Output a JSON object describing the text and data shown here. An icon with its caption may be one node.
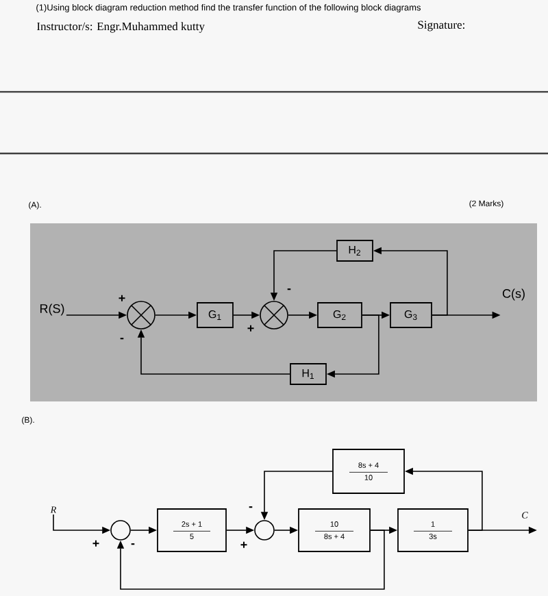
{
  "diagram": {
    "title": "(1)Using block diagram reduction method find the transfer function of the following block diagrams",
    "nodes": [
      {
        "text": [
          "R(S)"
        ]
      },
      {
        "text": [],
        "shape": "circle"
      },
      {
        "text": [
          "G$_{1}$"
        ]
      },
      {
        "text": [],
        "shape": "circle"
      },
      {
        "text": [
          "G$_{2}$"
        ]
      },
      {
        "text": [
          "G$_{3}$"
        ]
      },
      {
        "text": [
          "C(s)"
        ]
      },
      {
        "text": [
          "H$_{2}$"
        ]
      },
      {
        "text": [
          "H$_{1}$"
        ]
      },
      {
        "text": [
          "R"
        ]
      },
      {
        "text": [],
        "shape": "circle"
      },
      {
        "text": [
          "2s + 1",
          "5"
        ]
      },
      {
        "text": [],
        "shape": "circle"
      },
      {
        "text": [
          "10",
          "8s + 4"
        ]
      },
      {
        "text": [
          "1",
          "3s"
        ]
      },
      {
        "text": [
          "C"
        ]
      },
      {
        "text": [
          "8s + 4",
          "10"
        ]
      }
    ],
    "edges": [
      {
        "from": 0,
        "to": 1,
        "arrow": "to"
      },
      {
        "from": 1,
        "to": 2,
        "arrow": "to"
      },
      {
        "from": 2,
        "to": 3,
        "arrow": "to"
      },
      {
        "from": 3,
        "to": 4,
        "arrow": "to"
      },
      {
        "from": 4,
        "to": 5,
        "arrow": "to"
      },
      {
        "from": 5,
        "to": 6,
        "arrow": "to"
      },
      {
        "from": 5,
        "to": 7,
        "arrow": "to"
      },
      {
        "from": 7,
        "to": 3,
        "arrow": "to"
      },
      {
        "from": 4,
        "to": 8,
        "arrow": "to"
      },
      {
        "from": 8,
        "to": 1,
        "arrow": "to"
      },
      {
        "from": 9,
        "to": 10,
        "arrow": "to"
      },
      {
        "from": 10,
        "to": 11,
        "arrow": "to"
      },
      {
        "from": 11,
        "to": 12,
        "arrow": "to"
      },
      {
        "from": 12,
        "to": 13,
        "arrow": "to"
      },
      {
        "from": 13,
        "to": 14,
        "arrow": "to"
      },
      {
        "from": 14,
        "to": 15,
        "arrow": "to"
      },
      {
        "from": 14,
        "to": 16,
        "arrow": "to"
      },
      {
        "from": 16,
        "to": 12,
        "arrow": "to"
      },
      {
        "from": 13,
        "to": 10,
        "arrow": "to"
      }
    ],
    "labels": [
      "Instructor/s: Engr.Muhammed kutty",
      "Signature:",
      "(A).",
      "(2 Marks)",
      "+",
      "-",
      "+",
      "-",
      "(B).",
      "-",
      "+",
      "-",
      "+"
    ]
  }
}
